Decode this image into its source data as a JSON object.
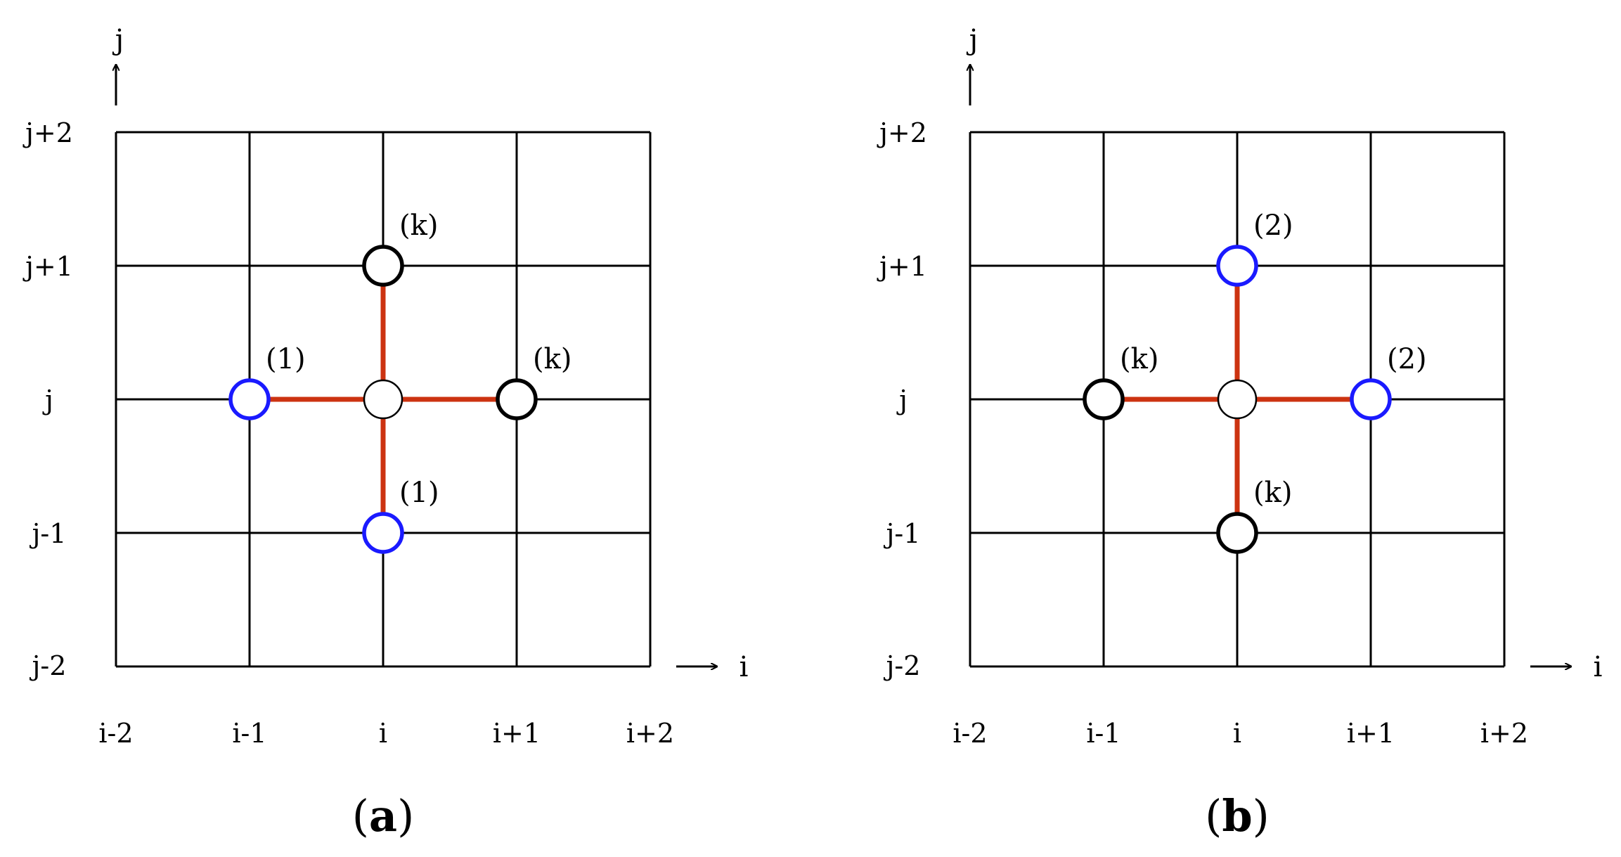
{
  "colors": {
    "grid": "#000000",
    "stencil": "#cc3311",
    "blue_node": "#1a1aff",
    "black_node": "#000000",
    "center_node": "#000000"
  },
  "axes": {
    "x_name": "i",
    "y_name": "j",
    "x_ticks": [
      "i-2",
      "i-1",
      "i",
      "i+1",
      "i+2"
    ],
    "y_ticks": [
      "j+2",
      "j+1",
      "j",
      "j-1",
      "j-2"
    ]
  },
  "panels": [
    {
      "caption": {
        "open": "(",
        "letter": "a",
        "close": ")"
      },
      "nodes": [
        {
          "name": "top",
          "di": 0,
          "dj": 1,
          "style": "black",
          "label": "(k)"
        },
        {
          "name": "left",
          "di": -1,
          "dj": 0,
          "style": "blue",
          "label": "(1)"
        },
        {
          "name": "right",
          "di": 1,
          "dj": 0,
          "style": "black",
          "label": "(k)"
        },
        {
          "name": "bottom",
          "di": 0,
          "dj": -1,
          "style": "blue",
          "label": "(1)"
        }
      ]
    },
    {
      "caption": {
        "open": "(",
        "letter": "b",
        "close": ")"
      },
      "nodes": [
        {
          "name": "top",
          "di": 0,
          "dj": 1,
          "style": "blue",
          "label": "(2)"
        },
        {
          "name": "left",
          "di": -1,
          "dj": 0,
          "style": "black",
          "label": "(k)"
        },
        {
          "name": "right",
          "di": 1,
          "dj": 0,
          "style": "blue",
          "label": "(2)"
        },
        {
          "name": "bottom",
          "di": 0,
          "dj": -1,
          "style": "black",
          "label": "(k)"
        }
      ]
    }
  ]
}
